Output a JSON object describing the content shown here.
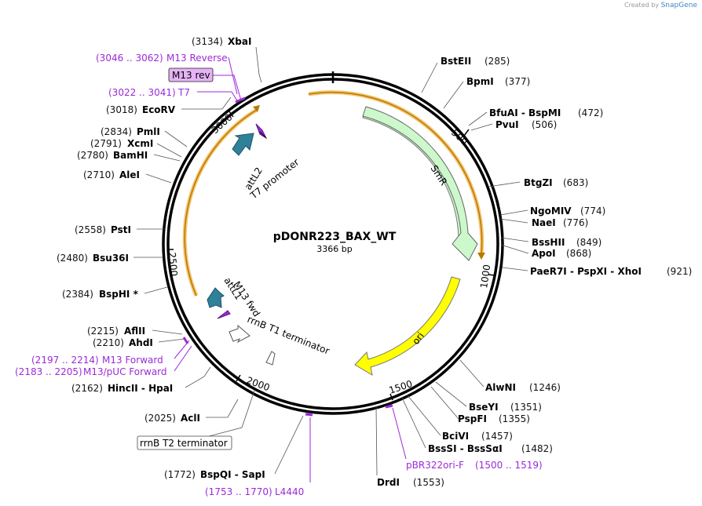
{
  "credit": {
    "prefix": "Created by",
    "brand": "SnapGene"
  },
  "plasmid": {
    "name": "pDONR223_BAX_WT",
    "length": "3366 bp"
  },
  "enzyme_labels": [
    {
      "pos": "(3134)",
      "name": "XbaI"
    },
    {
      "pos": "(3018)",
      "name": "EcoRV"
    },
    {
      "pos": "(2834)",
      "name": "PmlI"
    },
    {
      "pos": "(2791)",
      "name": "XcmI"
    },
    {
      "pos": "(2780)",
      "name": "BamHI"
    },
    {
      "pos": "(2710)",
      "name": "AleI"
    },
    {
      "pos": "(2558)",
      "name": "PstI"
    },
    {
      "pos": "(2480)",
      "name": "Bsu36I"
    },
    {
      "pos": "(2384)",
      "name": "BspHI *"
    },
    {
      "pos": "(2215)",
      "name": "AflII"
    },
    {
      "pos": "(2210)",
      "name": "AhdI"
    },
    {
      "pos": "(2162)",
      "name": "HincII - HpaI"
    },
    {
      "pos": "(2025)",
      "name": "AclI"
    },
    {
      "pos": "(1772)",
      "name": "BspQI - SapI"
    },
    {
      "name": "BstEII",
      "pos": "(285)"
    },
    {
      "name": "BpmI",
      "pos": "(377)"
    },
    {
      "name": "BfuAI - BspMI",
      "pos": "(472)"
    },
    {
      "name": "PvuI",
      "pos": "(506)"
    },
    {
      "name": "BtgZI",
      "pos": "(683)"
    },
    {
      "name": "NgoMIV",
      "pos": "(774)"
    },
    {
      "name": "NaeI",
      "pos": "(776)"
    },
    {
      "name": "BssHII",
      "pos": "(849)"
    },
    {
      "name": "ApoI",
      "pos": "(868)"
    },
    {
      "name": "PaeR7I - PspXI - XhoI",
      "pos": "(921)"
    },
    {
      "name": "AlwNI",
      "pos": "(1246)"
    },
    {
      "name": "BseYI",
      "pos": "(1351)"
    },
    {
      "name": "PspFI",
      "pos": "(1355)"
    },
    {
      "name": "BciVI",
      "pos": "(1457)"
    },
    {
      "name": "BssSI - BssSαI",
      "pos": "(1482)"
    },
    {
      "name": "DrdI",
      "pos": "(1553)"
    }
  ],
  "primer_labels": [
    {
      "range": "(3046 .. 3062)",
      "name": "M13 Reverse"
    },
    {
      "range": "(3022 .. 3041)",
      "name": "T7"
    },
    {
      "range": "(2197 .. 2214)",
      "name": "M13 Forward"
    },
    {
      "range": "(2183 .. 2205)",
      "name": "M13/pUC Forward"
    },
    {
      "range": "(1753 .. 1770)",
      "name": "L4440"
    },
    {
      "name": "pBR322ori-F",
      "range": "(1500 .. 1519)"
    }
  ],
  "boxed_labels": {
    "m13rev": "M13 rev",
    "rrnbT2": "rrnB T2 terminator"
  },
  "features": {
    "smr": "SmR",
    "ori": "ori",
    "attL2": "attL2",
    "t7prom": "T7 promoter",
    "m13fwd": "M13 fwd",
    "attL1": "attL1",
    "rrnbT1": "rrnB T1 terminator"
  },
  "ticks": [
    "500",
    "1000",
    "1500",
    "2000",
    "2500",
    "3000"
  ],
  "colors": {
    "smr": "#ccf8cc",
    "ori": "#ffff00",
    "orange": "#f5a623",
    "primer": "#9c2ad8",
    "teal": "#2f8099"
  }
}
